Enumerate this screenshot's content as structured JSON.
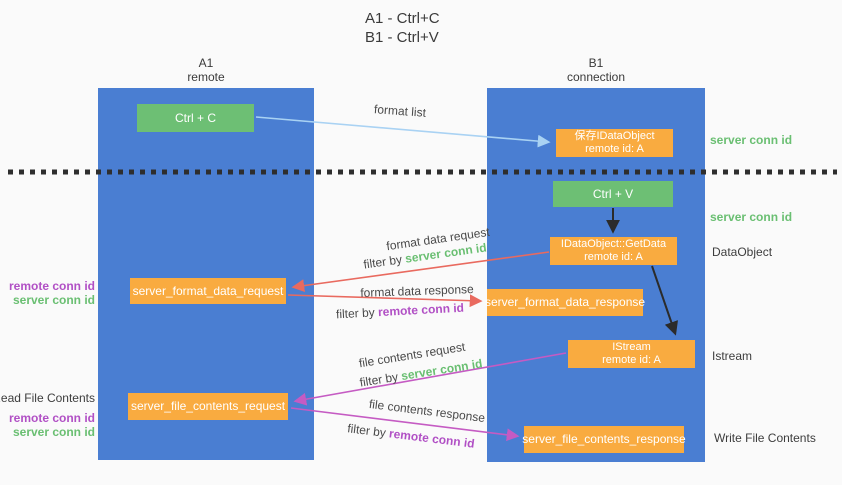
{
  "title": {
    "line1": "A1 - Ctrl+C",
    "line2": "B1 - Ctrl+V"
  },
  "lanes": {
    "left": {
      "title": "A1",
      "subtitle": "remote"
    },
    "right": {
      "title": "B1",
      "subtitle": "connection"
    }
  },
  "nodes": {
    "ctrl_c": {
      "label": "Ctrl + C"
    },
    "ctrl_v": {
      "label": "Ctrl + V"
    },
    "save_idataobject": {
      "line1": "保存IDataObject",
      "line2": "remote id: A"
    },
    "idataobject_getdata": {
      "line1": "IDataObject::GetData",
      "line2": "remote id: A"
    },
    "istream": {
      "line1": "IStream",
      "line2": "remote id: A"
    },
    "server_format_data_request": {
      "label": "server_format_data_request"
    },
    "server_format_data_response": {
      "label": "server_format_data_response"
    },
    "server_file_contents_request": {
      "label": "server_file_contents_request"
    },
    "server_file_contents_response": {
      "label": "server_file_contents_response"
    }
  },
  "edge_labels": {
    "format_list": "format list",
    "format_data_request": "format data request",
    "format_data_request_filter": {
      "prefix": "filter by ",
      "key": "server conn id"
    },
    "format_data_response": "format data response",
    "format_data_response_filter": {
      "prefix": "filter by ",
      "key": "remote conn id"
    },
    "file_contents_request": "file contents request",
    "file_contents_request_filter": {
      "prefix": "filter by ",
      "key": "server conn id"
    },
    "file_contents_response": "file contents response",
    "file_contents_response_filter": {
      "prefix": "filter by ",
      "key": "remote conn id"
    }
  },
  "side_labels": {
    "right": {
      "server_conn_id_top": "server conn id",
      "server_conn_id_mid": "server conn id",
      "dataobject": "DataObject",
      "istream": "Istream",
      "write_file_contents": "Write File Contents"
    },
    "left": {
      "remote_conn_id_1": "remote conn id",
      "server_conn_id_1": "server conn id",
      "read_file_contents": "Read File Contents",
      "remote_conn_id_2": "remote conn id",
      "server_conn_id_2": "server conn id"
    }
  },
  "colors": {
    "lane_blue": "#4a7ed2",
    "box_green": "#6dbf74",
    "box_orange": "#f9ab40",
    "arrow_light_blue": "#a9d2f3",
    "arrow_red": "#e96a5f",
    "arrow_magenta": "#c55bc3",
    "arrow_black": "#2b2b2b",
    "text_green": "#6abf72",
    "text_purple": "#b150c5",
    "text_dark": "#3d3d3d"
  }
}
